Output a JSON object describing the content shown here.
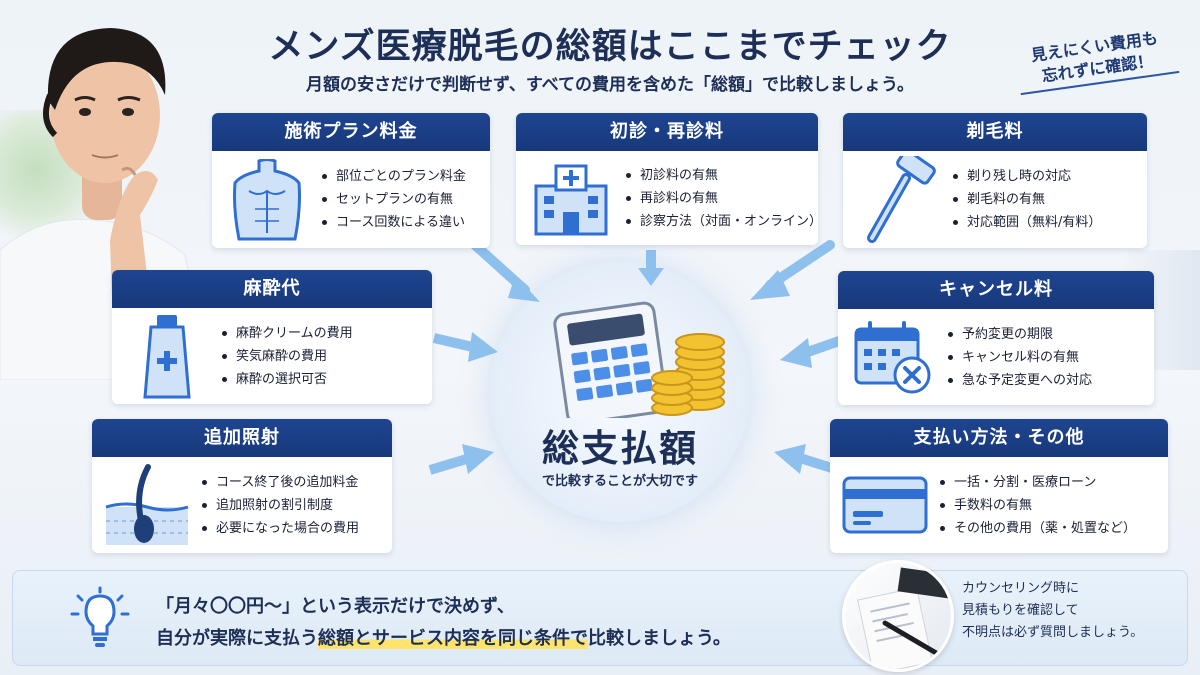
{
  "title": "メンズ医療脱毛の総額はここまでチェック",
  "subtitle": "月額の安さだけで判断せず、すべての費用を含めた「総額」で比較しましょう。",
  "corner_note": {
    "line1": "見えにくい費用も",
    "line2": "忘れずに確認！"
  },
  "cards": [
    {
      "title": "施術プラン料金",
      "icon": "body-icon",
      "items": [
        "部位ごとのプラン料金",
        "セットプランの有無",
        "コース回数による違い"
      ]
    },
    {
      "title": "初診・再診料",
      "icon": "clinic-building-icon",
      "items": [
        "初診料の有無",
        "再診料の有無",
        "診察方法（対面・オンライン）"
      ]
    },
    {
      "title": "剃毛料",
      "icon": "razor-icon",
      "items": [
        "剃り残し時の対応",
        "剃毛料の有無",
        "対応範囲（無料/有料）"
      ]
    },
    {
      "title": "麻酔代",
      "icon": "cream-tube-icon",
      "items": [
        "麻酔クリームの費用",
        "笑気麻酔の費用",
        "麻酔の選択可否"
      ]
    },
    {
      "title": "キャンセル料",
      "icon": "calendar-cancel-icon",
      "items": [
        "予約変更の期限",
        "キャンセル料の有無",
        "急な予定変更への対応"
      ]
    },
    {
      "title": "追加照射",
      "icon": "hair-follicle-icon",
      "items": [
        "コース終了後の追加料金",
        "追加照射の割引制度",
        "必要になった場合の費用"
      ]
    },
    {
      "title": "支払い方法・その他",
      "icon": "credit-card-icon",
      "items": [
        "一括・分割・医療ローン",
        "手数料の有無",
        "その他の費用（薬・処置など）"
      ]
    }
  ],
  "center": {
    "main": "総支払額",
    "sub": "で比較することが大切です",
    "icon": "calculator-coins-icon"
  },
  "banner": {
    "line1": "「月々〇〇円〜」という表示だけで決めず、",
    "line2_pre": "自分が実際に支払う",
    "line2_hl": "総額とサービス内容を同じ条件で",
    "line2_post": "比較しましょう。",
    "icon": "lightbulb-icon"
  },
  "photo_note": {
    "line1": "カウンセリング時に",
    "line2": "見積もりを確認して",
    "line3": "不明点は必ず質問しましょう。"
  },
  "colors": {
    "header_navy": "#1f4591",
    "icon_blue": "#2f6fd1",
    "highlight_yellow": "#ffe46b",
    "text_navy": "#1e2f57"
  }
}
